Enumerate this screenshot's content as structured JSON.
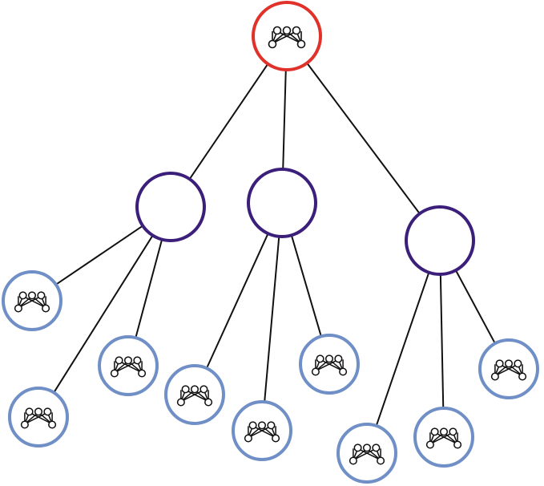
{
  "colors": {
    "root": "#e0322b",
    "middle": "#3c1f7a",
    "leaf": "#6f8fc6",
    "edge": "#111111",
    "icon": "#111111",
    "fill": "#ffffff"
  },
  "nodes": [
    {
      "id": "root",
      "level": "root",
      "icon": "network-icon"
    },
    {
      "id": "mid-1",
      "level": "middle",
      "parent": "root"
    },
    {
      "id": "mid-2",
      "level": "middle",
      "parent": "root"
    },
    {
      "id": "mid-3",
      "level": "middle",
      "parent": "root"
    },
    {
      "id": "leaf-1",
      "level": "leaf",
      "parent": "mid-1",
      "icon": "network-icon"
    },
    {
      "id": "leaf-2",
      "level": "leaf",
      "parent": "mid-1",
      "icon": "network-icon"
    },
    {
      "id": "leaf-3",
      "level": "leaf",
      "parent": "mid-1",
      "icon": "network-icon"
    },
    {
      "id": "leaf-4",
      "level": "leaf",
      "parent": "mid-2",
      "icon": "network-icon"
    },
    {
      "id": "leaf-5",
      "level": "leaf",
      "parent": "mid-2",
      "icon": "network-icon"
    },
    {
      "id": "leaf-6",
      "level": "leaf",
      "parent": "mid-2",
      "icon": "network-icon"
    },
    {
      "id": "leaf-7",
      "level": "leaf",
      "parent": "mid-3",
      "icon": "network-icon"
    },
    {
      "id": "leaf-8",
      "level": "leaf",
      "parent": "mid-3",
      "icon": "network-icon"
    },
    {
      "id": "leaf-9",
      "level": "leaf",
      "parent": "mid-3",
      "icon": "network-icon"
    }
  ]
}
